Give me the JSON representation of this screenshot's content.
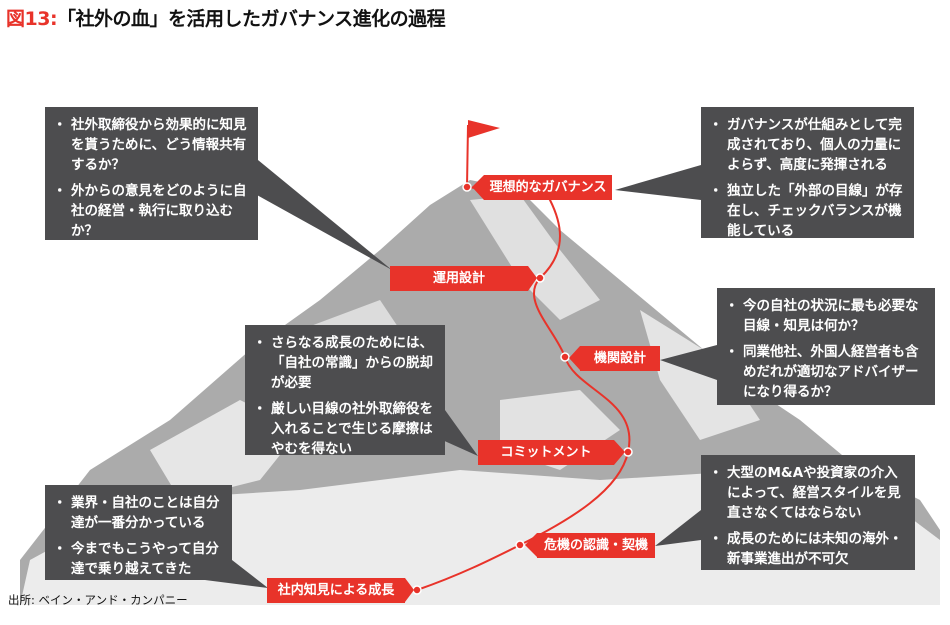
{
  "title": {
    "prefix": "図13:",
    "text": "「社外の血」を活用したガバナンス進化の過程"
  },
  "stages": [
    {
      "label": "理想的なガバナンス"
    },
    {
      "label": "運用設計"
    },
    {
      "label": "機関設計"
    },
    {
      "label": "コミットメント"
    },
    {
      "label": "危機の認識・契機"
    },
    {
      "label": "社内知見による成長"
    }
  ],
  "callouts": {
    "ideal": [
      "ガバナンスが仕組みとして完成されており、個人の力量によらず、高度に発揮される",
      "独立した「外部の目線」が存在し、チェックバランスが機能している"
    ],
    "operation": [
      "社外取締役から効果的に知見を貰うために、どう情報共有するか？",
      "外からの意見をどのように自社の経営・執行に取り込むか？"
    ],
    "organization": [
      "今の自社の状況に最も必要な目線・知見は何か？",
      "同業他社、外国人経営者も含めだれが適切なアドバイザーになり得るか？"
    ],
    "commitment": [
      "さらなる成長のためには、「自社の常識」からの脱却が必要",
      "厳しい目線の社外取締役を入れることで生じる摩擦はやむを得ない"
    ],
    "crisis": [
      "大型のM&Aや投資家の介入によって、経営スタイルを見直さなくてはならない",
      "成長のためには未知の海外・新事業進出が不可欠"
    ],
    "internal": [
      "業界・自社のことは自分達が一番分かっている",
      "今までもこうやって自分達で乗り越えてきた"
    ]
  },
  "source": "出所: ベイン・アンド・カンパニー",
  "colors": {
    "accent": "#e8332a",
    "callout": "#4d4d4f",
    "mountain": "#a9a9a9"
  }
}
